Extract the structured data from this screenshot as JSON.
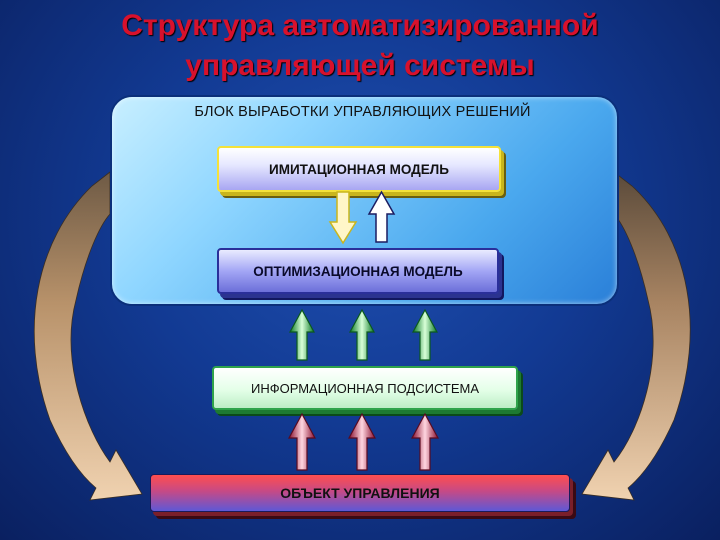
{
  "title_line1": "Структура автоматизированной",
  "title_line2": "управляющей системы",
  "decision_block": {
    "label": "БЛОК ВЫРАБОТКИ УПРАВЛЯЮЩИХ РЕШЕНИЙ"
  },
  "imitation_model": {
    "label": "ИМИТАЦИОННАЯ МОДЕЛЬ"
  },
  "optimization_model": {
    "label": "ОПТИМИЗАЦИОННАЯ МОДЕЛЬ"
  },
  "info_subsystem": {
    "label": "ИНФОРМАЦИОННАЯ ПОДСИСТЕМА"
  },
  "control_object": {
    "label": "ОБЪЕКТ УПРАВЛЕНИЯ"
  },
  "colors": {
    "title": "#d8112c",
    "background": "#123a93",
    "block": "#8fd6ff",
    "curved_arrow": "#d4b48a",
    "green_arrow": "#2fb84a",
    "red_arrow": "#c82a4a"
  }
}
